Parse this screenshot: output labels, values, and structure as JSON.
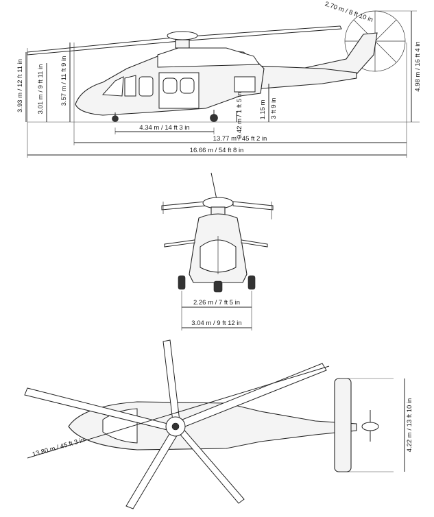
{
  "side_view": {
    "rotor_height": "3.93 m / 12 ft 11 in",
    "hub_height": "3.01 m / 9 ft 11 in",
    "fin_height": "3.57 m / 11 ft 9 in",
    "overall_height": "4.98 m / 16 ft 4 in",
    "tail_rotor_diameter": "2.70 m / 8 ft 10 in",
    "wheelbase": "4.34 m / 14 ft 3 in",
    "ground_clearance": "0.42 m / 1 ft 5 in",
    "tailboom_clearance_m": "1.15 m",
    "tailboom_clearance_ft": "3 ft 9 in",
    "fuselage_length": "13.77 m / 45 ft 2 in",
    "overall_length": "16.66 m / 54 ft 8 in"
  },
  "front_view": {
    "wheel_track": "2.26 m / 7 ft 5 in",
    "fuselage_width": "3.04 m / 9 ft 12 in"
  },
  "top_view": {
    "main_rotor_diameter": "13.80 m / 45 ft 3 in",
    "stabilizer_span": "4.22 m / 13 ft 10 in"
  }
}
